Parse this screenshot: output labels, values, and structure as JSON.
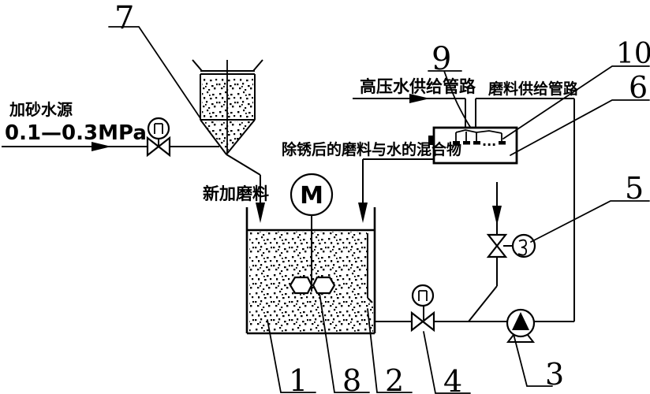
{
  "figure": {
    "background": "#ffffff",
    "line_color": "#000000",
    "labels": {
      "water_source": "加砂水源",
      "water_pressure": "0.1—0.3MPa",
      "new_abrasive": "新加磨料",
      "hp_water_pipe": "高压水供给管路",
      "abrasive_supply_pipe": "磨料供给管路",
      "mixture_pipe": "除锈后的磨料与水的混合物",
      "motor": "M",
      "nozzle_ellipsis": "..."
    },
    "callouts": {
      "c1": "1",
      "c2": "2",
      "c3": "3",
      "c4": "4",
      "c5": "5",
      "c6": "6",
      "c7": "7",
      "c8": "8",
      "c9": "9",
      "c10": "10"
    }
  }
}
